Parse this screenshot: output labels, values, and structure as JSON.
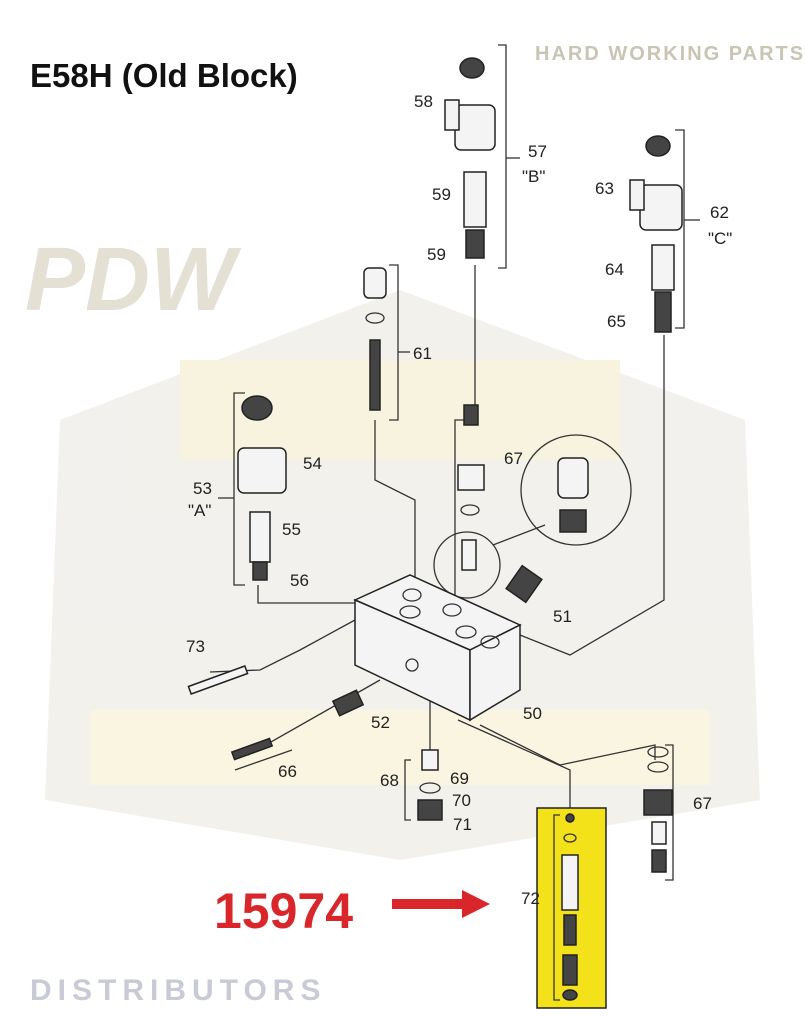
{
  "title": "E58H (Old Block)",
  "part_number": "15974",
  "watermark": {
    "arc_text": "HARD WORKING PARTS",
    "logo": "PDW",
    "tagline": "DISTRIBUTORS"
  },
  "colors": {
    "highlight": "#f3e21a",
    "part_number": "#d8262a",
    "arrow": "#d8262a"
  },
  "callouts": {
    "c58": "58",
    "c57": "57",
    "cB": "\"B\"",
    "c59a": "59",
    "c59b": "59",
    "c63": "63",
    "c62": "62",
    "cC": "\"C\"",
    "c64": "64",
    "c65": "65",
    "c61": "61",
    "c67a": "67",
    "c53": "53",
    "cA": "\"A\"",
    "c54": "54",
    "c55": "55",
    "c56": "56",
    "c51": "51",
    "c73": "73",
    "c52": "52",
    "c50": "50",
    "c66": "66",
    "c68": "68",
    "c69": "69",
    "c70": "70",
    "c71": "71",
    "c67b": "67",
    "c72": "72"
  }
}
